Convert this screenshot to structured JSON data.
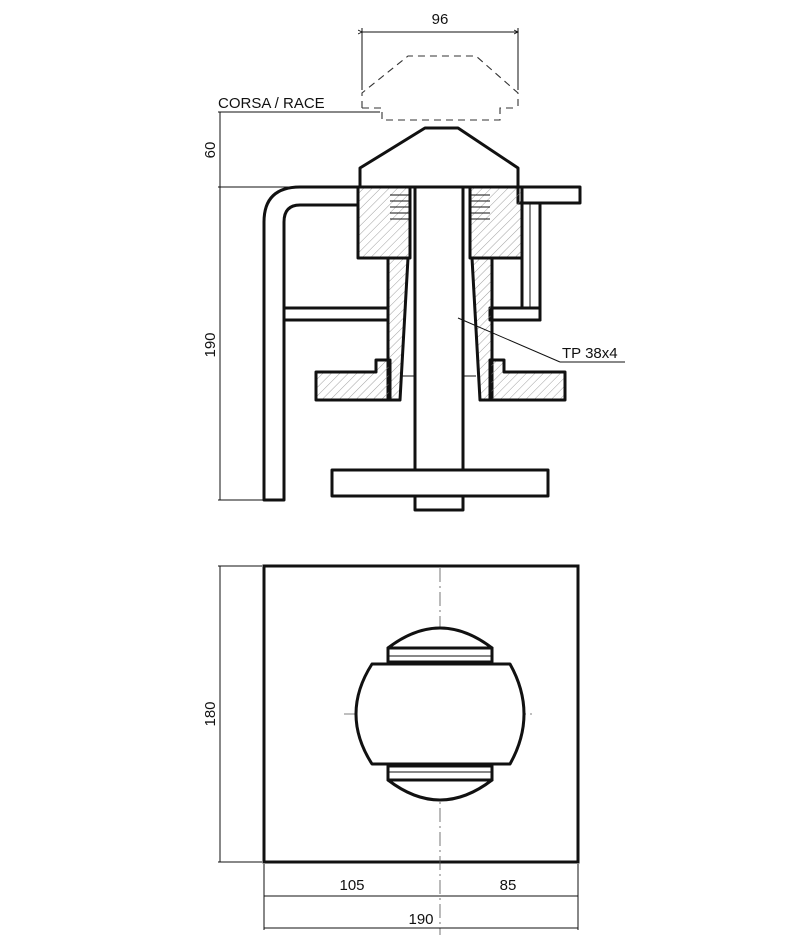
{
  "drawing": {
    "labels": {
      "top_width": "96",
      "stroke_label": "CORSA / RACE",
      "stroke_value": "60",
      "side_height": "190",
      "thread_spec": "TP 38x4",
      "plan_height": "180",
      "plan_left": "105",
      "plan_right": "85",
      "plan_total": "190"
    },
    "views": [
      "section-view",
      "plan-view"
    ]
  }
}
